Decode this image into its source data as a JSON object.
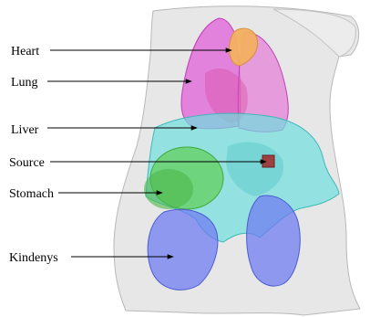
{
  "labels": {
    "heart": "Heart",
    "lung": "Lung",
    "liver": "Liver",
    "source": "Source",
    "stomach": "Stomach",
    "kidneys": "Kindenys"
  },
  "colors": {
    "torso": "#d3d3d3",
    "lung": "#e060d8",
    "heart": "#f3b060",
    "liver": "#70dede",
    "stomach": "#62cf5c",
    "kidney": "#6f7ef0",
    "source": "#9c4040",
    "arrow": "#000000"
  }
}
